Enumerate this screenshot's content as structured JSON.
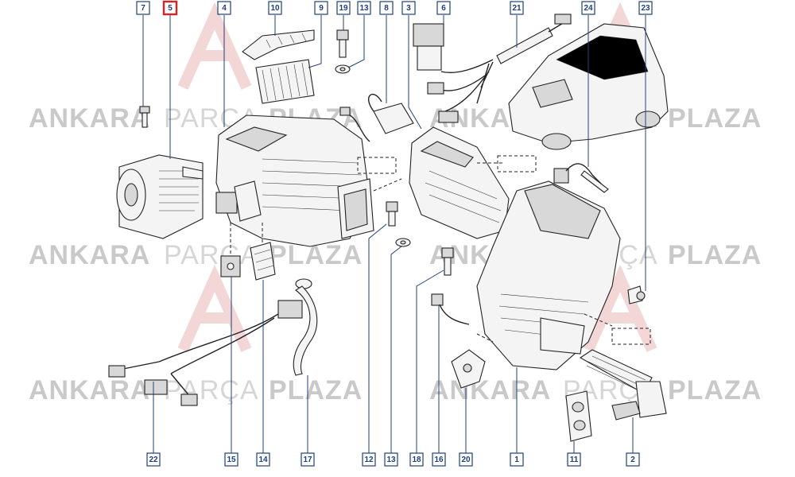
{
  "callouts": [
    {
      "label": "7",
      "highlight": false
    },
    {
      "label": "5",
      "highlight": true
    },
    {
      "label": "4",
      "highlight": false
    },
    {
      "label": "10",
      "highlight": false
    },
    {
      "label": "9",
      "highlight": false
    },
    {
      "label": "19",
      "highlight": false
    },
    {
      "label": "13",
      "highlight": false
    },
    {
      "label": "8",
      "highlight": false
    },
    {
      "label": "3",
      "highlight": false
    },
    {
      "label": "6",
      "highlight": false
    },
    {
      "label": "21",
      "highlight": false
    },
    {
      "label": "24",
      "highlight": false
    },
    {
      "label": "23",
      "highlight": false
    },
    {
      "label": "22",
      "highlight": false
    },
    {
      "label": "15",
      "highlight": false
    },
    {
      "label": "14",
      "highlight": false
    },
    {
      "label": "17",
      "highlight": false
    },
    {
      "label": "12",
      "highlight": false
    },
    {
      "label": "13",
      "highlight": false
    },
    {
      "label": "18",
      "highlight": false
    },
    {
      "label": "16",
      "highlight": false
    },
    {
      "label": "20",
      "highlight": false
    },
    {
      "label": "1",
      "highlight": false
    },
    {
      "label": "11",
      "highlight": false
    },
    {
      "label": "2",
      "highlight": false
    }
  ],
  "watermark": {
    "word1": "ANKARA",
    "word2": "PARÇA",
    "word3": "PLAZA"
  },
  "colors": {
    "callout_border": "#1f3f7a",
    "highlight_border": "#e02020",
    "watermark_text": "#c9c9c9",
    "watermark_logo": "#f3d6d6"
  }
}
